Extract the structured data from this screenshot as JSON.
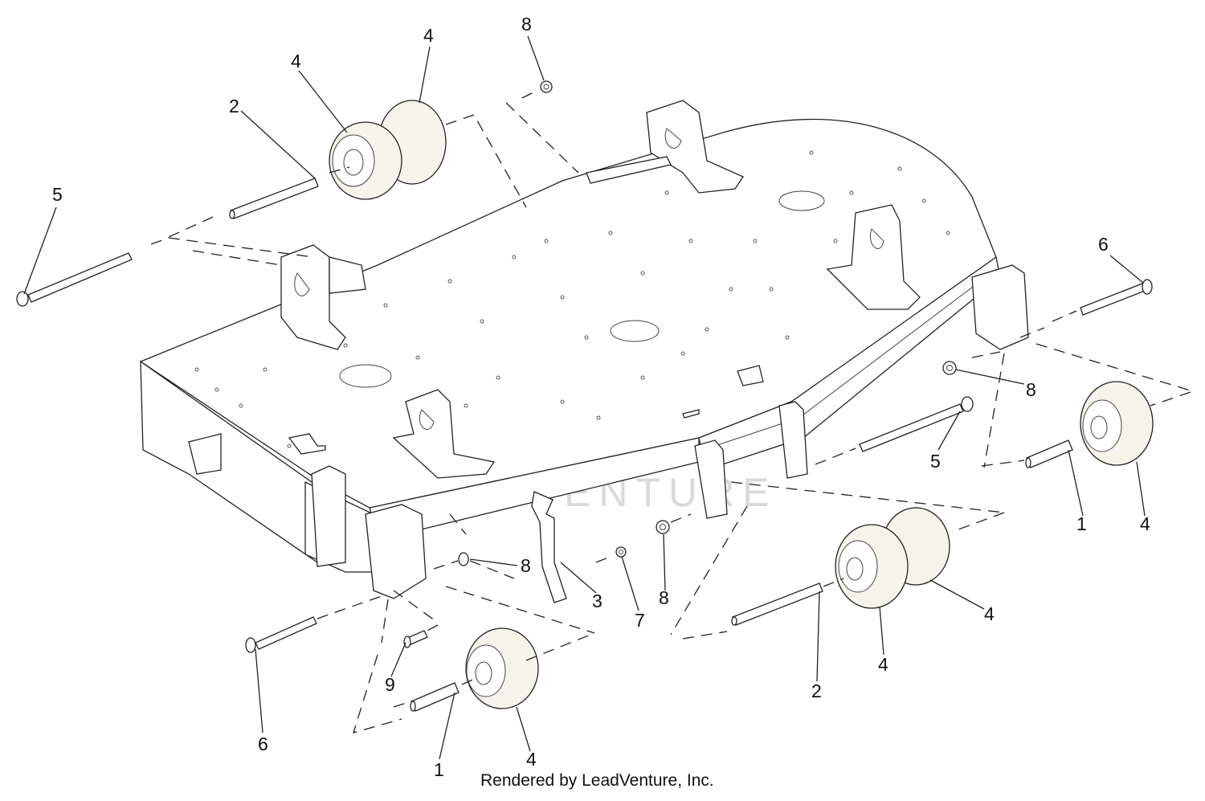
{
  "diagram": {
    "callouts": [
      {
        "id": "c-8-top",
        "label": "8"
      },
      {
        "id": "c-4-top-a",
        "label": "4"
      },
      {
        "id": "c-4-top-b",
        "label": "4"
      },
      {
        "id": "c-2-top",
        "label": "2"
      },
      {
        "id": "c-5-left",
        "label": "5"
      },
      {
        "id": "c-6-right",
        "label": "6"
      },
      {
        "id": "c-8-right",
        "label": "8"
      },
      {
        "id": "c-5-right",
        "label": "5"
      },
      {
        "id": "c-1-right",
        "label": "1"
      },
      {
        "id": "c-4-right",
        "label": "4"
      },
      {
        "id": "c-8-front-a",
        "label": "8"
      },
      {
        "id": "c-3",
        "label": "3"
      },
      {
        "id": "c-7",
        "label": "7"
      },
      {
        "id": "c-8-front-b",
        "label": "8"
      },
      {
        "id": "c-4-front-a",
        "label": "4"
      },
      {
        "id": "c-4-front-b",
        "label": "4"
      },
      {
        "id": "c-2-front",
        "label": "2"
      },
      {
        "id": "c-9",
        "label": "9"
      },
      {
        "id": "c-6-left",
        "label": "6"
      },
      {
        "id": "c-1-left",
        "label": "1"
      },
      {
        "id": "c-4-left",
        "label": "4"
      }
    ],
    "footer": "Rendered by LeadVenture, Inc.",
    "watermark": "LEADVENTURE"
  },
  "colors": {
    "line": "#222222",
    "roller_fill": "#f6f3ea",
    "watermark": "#d9d9d9"
  }
}
